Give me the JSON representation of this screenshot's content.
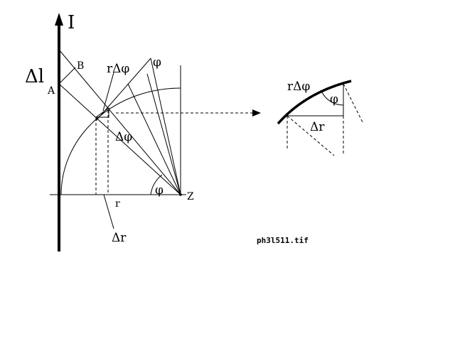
{
  "labels": {
    "axis_I": "I",
    "delta_l": "Δl",
    "point_A": "A",
    "point_B": "B",
    "r_dphi_top": "rΔφ",
    "phi_top": "φ",
    "dphi_mid": "Δφ",
    "phi_bottom": "φ",
    "point_Z": "Z",
    "r_label": "r",
    "dr_label": "Δr"
  },
  "inset": {
    "r_dphi": "rΔφ",
    "phi": "φ",
    "dr": "Δr"
  },
  "caption": "ph3l511.tif"
}
